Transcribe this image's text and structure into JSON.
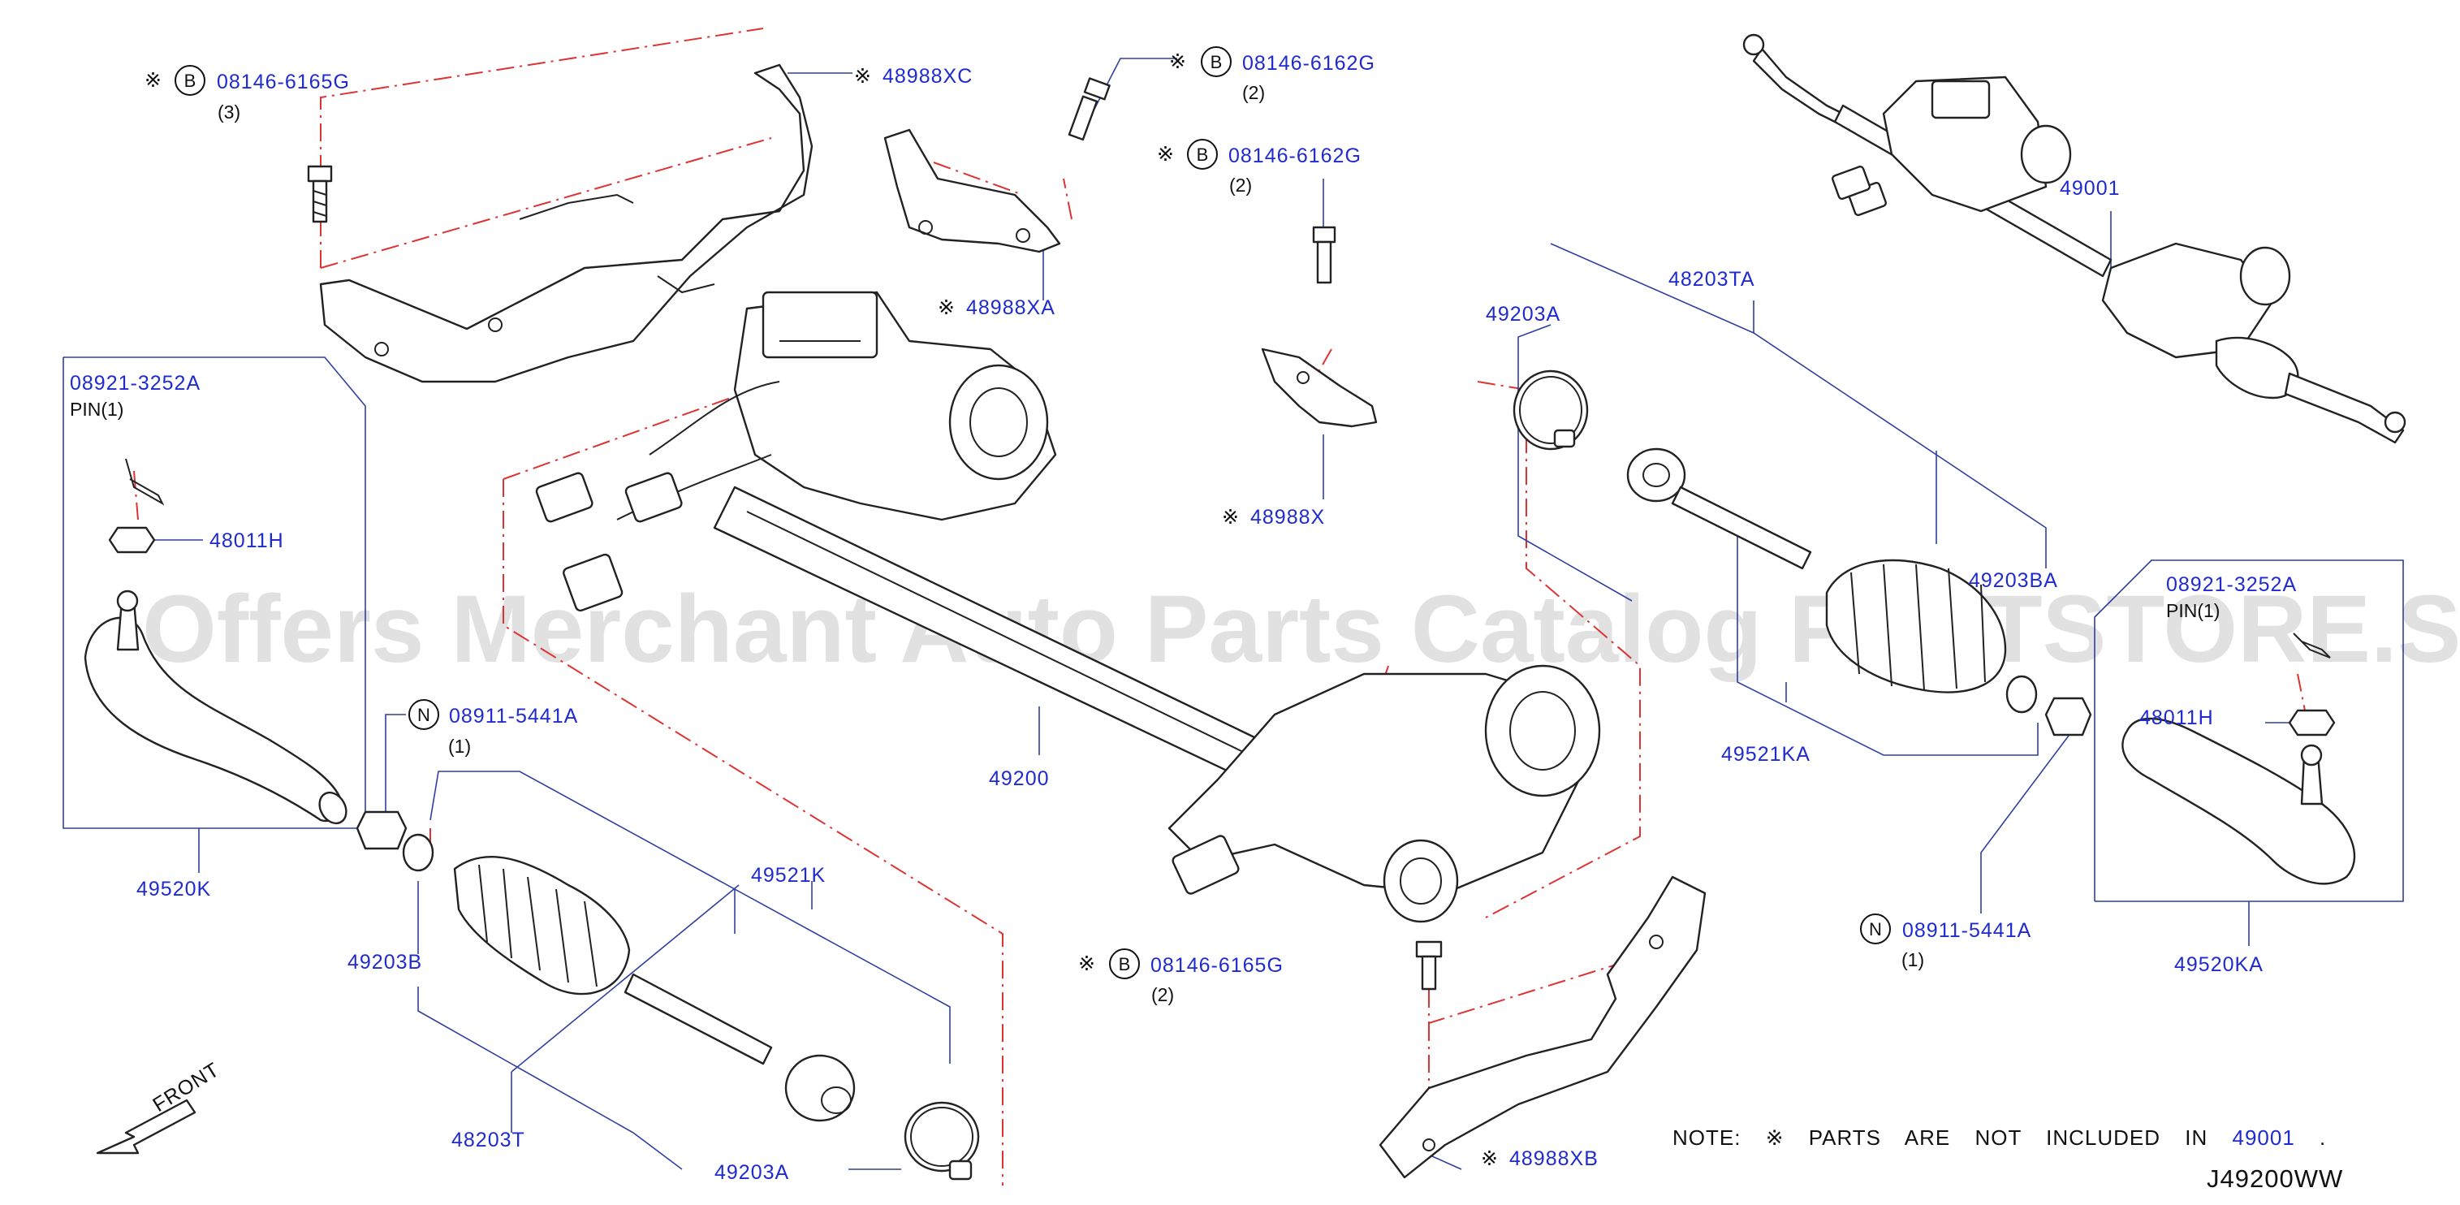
{
  "diagram_code": "J49200WW",
  "watermark": "Offers Merchant Auto Parts Catalog PARTSTORE.SA",
  "front_label": "FRONT",
  "note": {
    "prefix": "NOTE:",
    "mark": "※",
    "text": "PARTS ARE NOT INCLUDED IN",
    "ref": "49001",
    "end": "."
  },
  "callouts": {
    "bolt_top_left": {
      "mark": "※",
      "badge": "B",
      "part": "08146-6165G",
      "qty": "(3)"
    },
    "bolt_top_center": {
      "mark": "※",
      "badge": "B",
      "part": "08146-6162G",
      "qty": "(2)"
    },
    "bolt_mid_center": {
      "mark": "※",
      "badge": "B",
      "part": "08146-6162G",
      "qty": "(2)"
    },
    "bolt_bottom_center": {
      "mark": "※",
      "badge": "B",
      "part": "08146-6165G",
      "qty": "(2)"
    },
    "nut_left": {
      "badge": "N",
      "part": "08911-5441A",
      "qty": "(1)"
    },
    "nut_right": {
      "badge": "N",
      "part": "08911-5441A",
      "qty": "(1)"
    },
    "bracket_xc": {
      "mark": "※",
      "part": "48988XC"
    },
    "bracket_xa": {
      "mark": "※",
      "part": "48988XA"
    },
    "bracket_x": {
      "mark": "※",
      "part": "48988X"
    },
    "bracket_xb": {
      "mark": "※",
      "part": "48988XB"
    }
  },
  "labels": {
    "pin_left_part": "08921-3252A",
    "pin_left_name": "PIN(1)",
    "pin_right_part": "08921-3252A",
    "pin_right_name": "PIN(1)",
    "nut_48011h_left": "48011H",
    "nut_48011h_right": "48011H",
    "tie_rod_end_left": "49520K",
    "tie_rod_end_right": "49520KA",
    "gear_assy": "49200",
    "gear_assy_full": "49001",
    "boot_clamp_b_left": "49203B",
    "boot_clamp_ba_right": "49203BA",
    "boot_kit_left": "48203T",
    "boot_kit_right": "48203TA",
    "inner_socket_left": "49521K",
    "inner_socket_right": "49521KA",
    "clamp_a_left": "49203A",
    "clamp_a_right": "49203A"
  }
}
